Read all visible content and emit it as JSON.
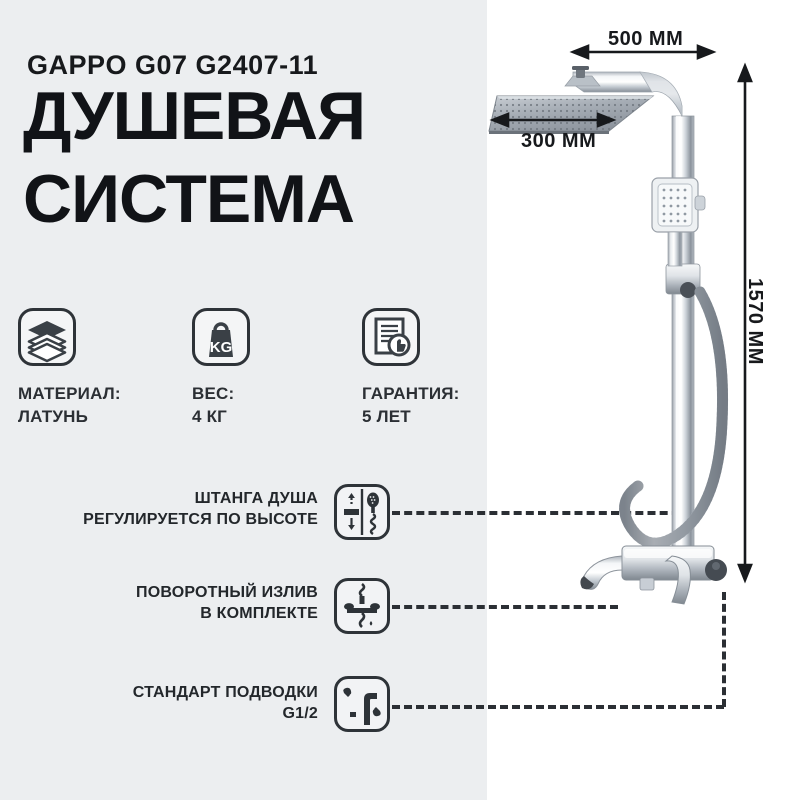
{
  "product": {
    "brand_model": "GAPPO G07 G2407-11",
    "headline_line1": "ДУШЕВАЯ",
    "headline_line2": "СИСТЕМА"
  },
  "specs": [
    {
      "icon": "layers-icon",
      "label": "МАТЕРИАЛ:",
      "value": "ЛАТУНЬ"
    },
    {
      "icon": "weight-kg-icon",
      "label": "ВЕС:",
      "value": "4 КГ"
    },
    {
      "icon": "warranty-document-icon",
      "label": "ГАРАНТИЯ:",
      "value": "5 ЛЕТ"
    }
  ],
  "features": [
    {
      "icon": "height-adjustable-bar-icon",
      "line1": "ШТАНГА ДУША",
      "line2": "РЕГУЛИРУЕТСЯ ПО ВЫСОТЕ"
    },
    {
      "icon": "swivel-spout-icon",
      "line1": "ПОВОРОТНЫЙ ИЗЛИВ",
      "line2": "В КОМПЛЕКТЕ"
    },
    {
      "icon": "pipe-wrench-icon",
      "line1": "СТАНДАРТ ПОДВОДКИ",
      "line2": "G1/2"
    }
  ],
  "dimensions": {
    "arm_length": "500 ММ",
    "head_width": "300 ММ",
    "total_height": "1570 ММ"
  },
  "colors": {
    "panel_background": "#eceef0",
    "page_background": "#ffffff",
    "text_dark": "#17191c",
    "icon_stroke": "#2e3338",
    "chrome_light": "#f2f4f6",
    "chrome_mid": "#b8bec6",
    "chrome_dark": "#7d848d"
  }
}
